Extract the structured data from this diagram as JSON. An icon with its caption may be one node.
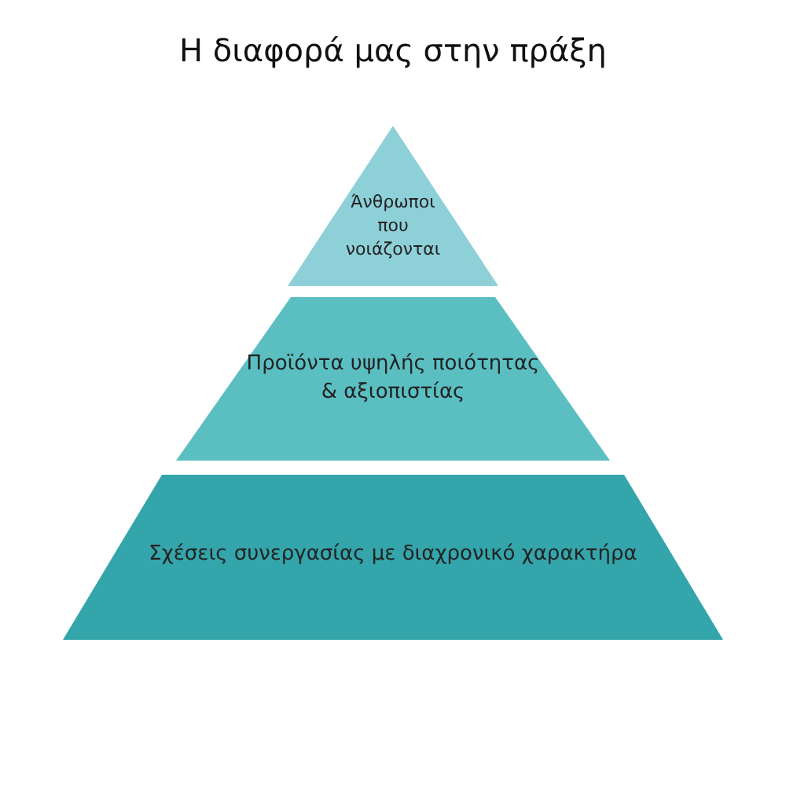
{
  "diagram": {
    "title": "Η διαφορά μας στην πράξη",
    "nodes": [
      {
        "text": [
          "Άνθρωποι που νοιάζονται"
        ]
      },
      {
        "text": [
          "Προϊόντα υψηλής ποιότητας & αξιοπιστίας"
        ]
      },
      {
        "text": [
          "Σχέσεις συνεργασίας με διαχρονικό χαρακτήρα"
        ]
      }
    ]
  }
}
